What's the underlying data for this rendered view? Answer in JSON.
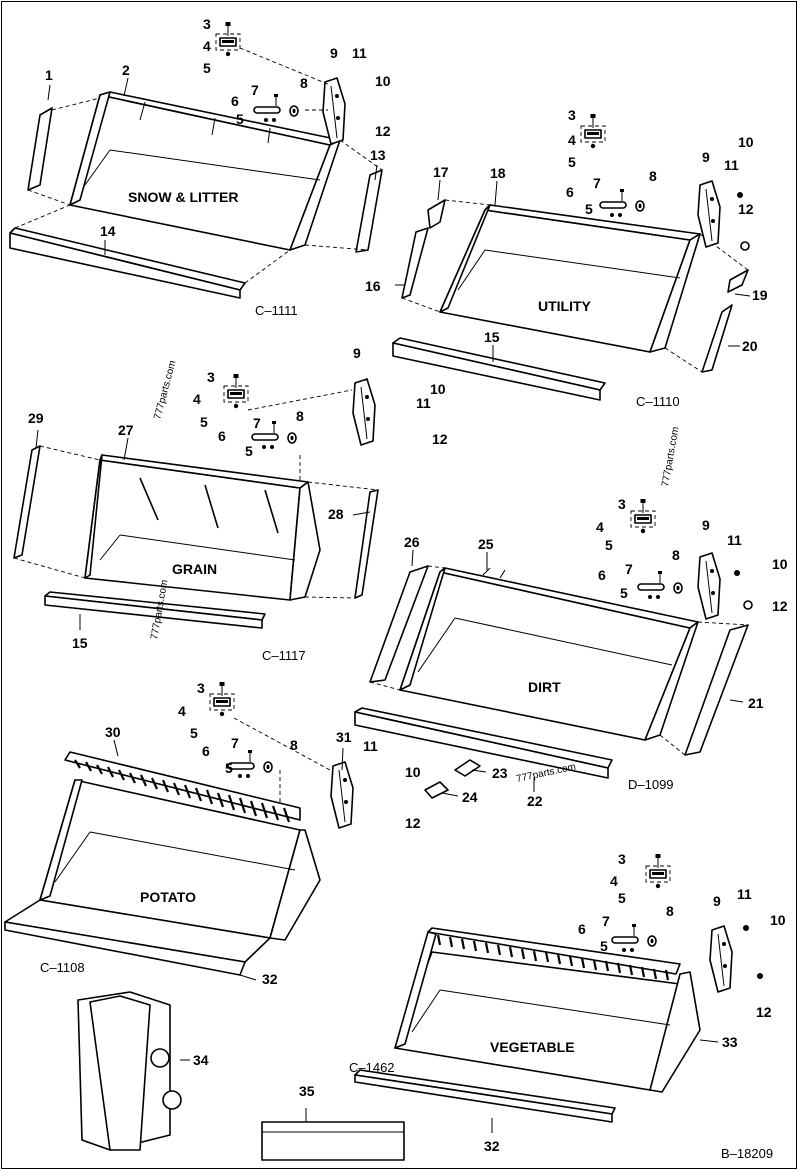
{
  "diagram_id": "B–18209",
  "watermark": "777parts.com",
  "common_callouts": [
    "3",
    "4",
    "5",
    "6",
    "7",
    "8",
    "9",
    "10",
    "11",
    "12"
  ],
  "buckets": [
    {
      "name": "SNOW & LITTER",
      "code": "C–1111",
      "callouts": [
        "1",
        "2",
        "13",
        "14"
      ]
    },
    {
      "name": "UTILITY",
      "code": "C–1110",
      "callouts": [
        "15",
        "16",
        "17",
        "18",
        "19",
        "20"
      ]
    },
    {
      "name": "GRAIN",
      "code": "C–1117",
      "callouts": [
        "15",
        "27",
        "28",
        "29"
      ]
    },
    {
      "name": "DIRT",
      "code": "D–1099",
      "callouts": [
        "21",
        "22",
        "23",
        "24",
        "25",
        "26"
      ]
    },
    {
      "name": "POTATO",
      "code": "C–1108",
      "callouts": [
        "30",
        "31",
        "32"
      ]
    },
    {
      "name": "VEGETABLE",
      "code": "C–1462",
      "callouts": [
        "32",
        "33",
        "34",
        "35"
      ]
    }
  ]
}
